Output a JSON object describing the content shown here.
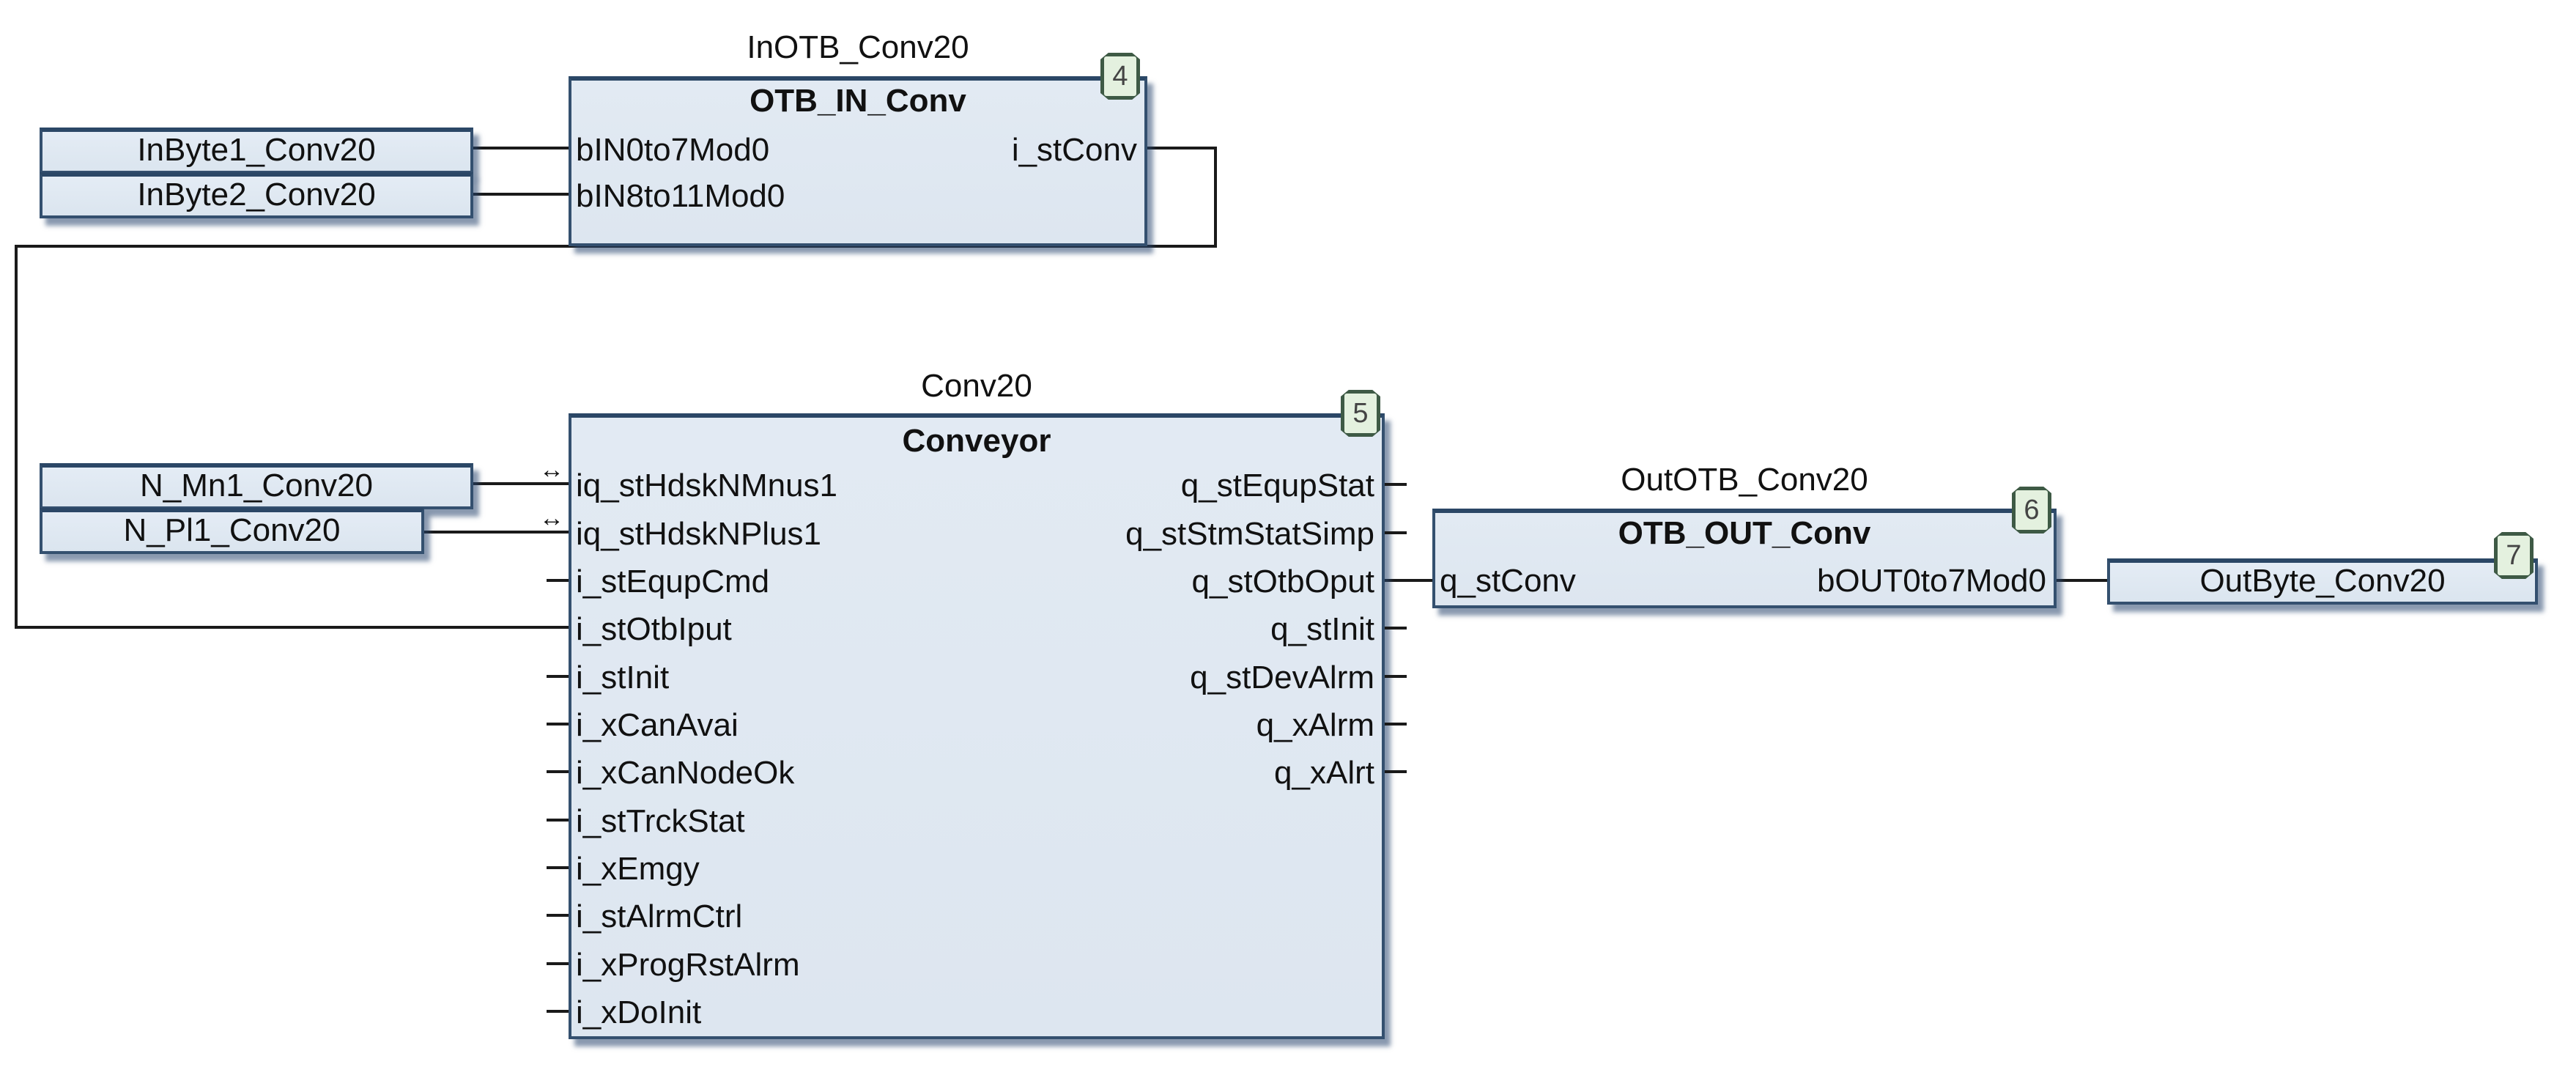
{
  "blocks": {
    "otb_in": {
      "instance": "InOTB_Conv20",
      "type": "OTB_IN_Conv",
      "order": "4",
      "inputs": [
        "bIN0to7Mod0",
        "bIN8to11Mod0"
      ],
      "outputs": [
        "i_stConv"
      ]
    },
    "conveyor": {
      "instance": "Conv20",
      "type": "Conveyor",
      "order": "5",
      "inputs": [
        "iq_stHdskNMnus1",
        "iq_stHdskNPlus1",
        "i_stEqupCmd",
        "i_stOtbIput",
        "i_stInit",
        "i_xCanAvai",
        "i_xCanNodeOk",
        "i_stTrckStat",
        "i_xEmgy",
        "i_stAlrmCtrl",
        "i_xProgRstAlrm",
        "i_xDoInit"
      ],
      "outputs": [
        "q_stEqupStat",
        "q_stStmStatSimp",
        "q_stOtbOput",
        "q_stInit",
        "q_stDevAlrm",
        "q_xAlrm",
        "q_xAlrt"
      ]
    },
    "otb_out": {
      "instance": "OutOTB_Conv20",
      "type": "OTB_OUT_Conv",
      "order": "6",
      "inputs": [
        "q_stConv"
      ],
      "outputs": [
        "bOUT0to7Mod0"
      ]
    }
  },
  "variables": {
    "inbyte1": "InByte1_Conv20",
    "inbyte2": "InByte2_Conv20",
    "n_mn1": "N_Mn1_Conv20",
    "n_pl1": "N_Pl1_Conv20",
    "outbyte": "OutByte_Conv20",
    "outbyte_order": "7"
  },
  "symbols": {
    "inout_arrow": "↔"
  }
}
